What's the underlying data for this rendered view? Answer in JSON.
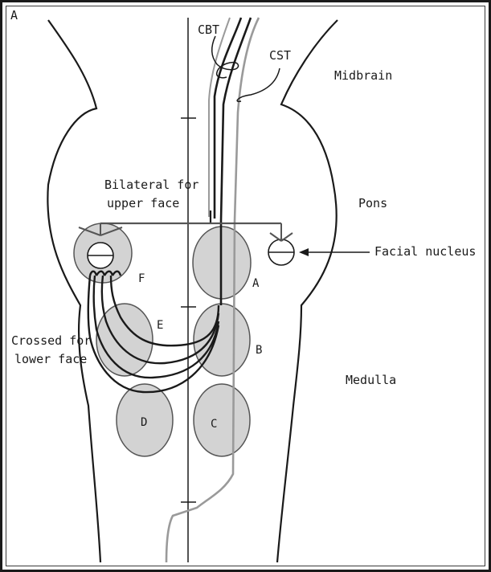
{
  "panel_label": "A",
  "labels": {
    "cbt": "CBT",
    "cst": "CST",
    "midbrain": "Midbrain",
    "pons": "Pons",
    "medulla": "Medulla",
    "bilateral_line1": "Bilateral for",
    "bilateral_line2": "upper face",
    "facial_nucleus": "Facial nucleus",
    "crossed_line1": "Crossed for",
    "crossed_line2": "lower face"
  },
  "regions": {
    "a": "A",
    "b": "B",
    "c": "C",
    "d": "D",
    "e": "E",
    "f": "F"
  },
  "colors": {
    "outline": "#1a1a1a",
    "region_fill": "#d3d3d3",
    "region_stroke": "#555555",
    "cst_tract": "#9a9a9a",
    "cbt_tract": "#1a1a1a"
  }
}
